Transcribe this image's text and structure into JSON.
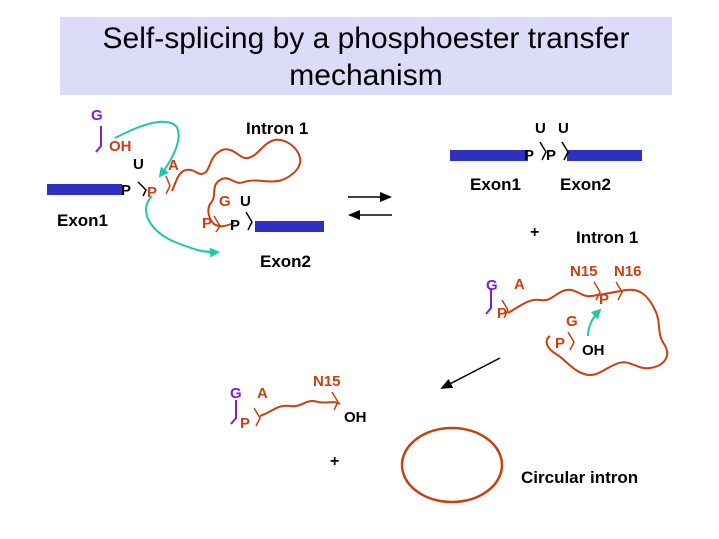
{
  "title": "Self-splicing by a phosphoester transfer mechanism",
  "colors": {
    "title_background": "#dcdcf8",
    "exon": "#3030c0",
    "intron": "#c84010",
    "guanosine": "#8020c8",
    "arrow_attack": "#20c8a8",
    "text": "#000000"
  },
  "left_panel": {
    "intron_label": "Intron 1",
    "exon1_label": "Exon1",
    "exon2_label": "Exon2",
    "g_label": "G",
    "oh_label": "OH",
    "u_label": "U",
    "a_label": "A",
    "p_label": "P",
    "g2_label": "G",
    "u2_label": "U"
  },
  "right_panel": {
    "u1_label": "U",
    "u2_label": "U",
    "p1_label": "P",
    "p2_label": "P",
    "exon1_label": "Exon1",
    "exon2_label": "Exon2",
    "plus": "+",
    "intron_label": "Intron 1",
    "n15_label": "N15",
    "n16_label": "N16",
    "g_label": "G",
    "a_label": "A",
    "p_label": "P",
    "p_top_label": "P",
    "g_inner_label": "G",
    "p_inner_label": "P",
    "oh_label": "OH"
  },
  "bottom_panel": {
    "g_label": "G",
    "a_label": "A",
    "p_label": "P",
    "n15_label": "N15",
    "oh_label": "OH",
    "plus": "+",
    "circular_label": "Circular intron"
  }
}
